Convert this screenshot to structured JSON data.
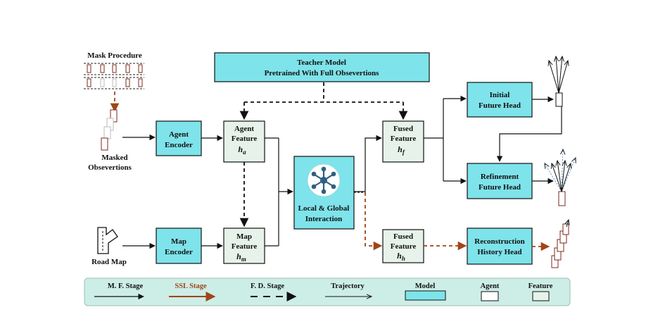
{
  "mask_procedure": {
    "title": "Mask Procedure"
  },
  "masked_observations": {
    "line1": "Masked",
    "line2": "Obsevertions"
  },
  "road_map": {
    "label": "Road Map"
  },
  "agent_encoder": {
    "line1": "Agent",
    "line2": "Encoder"
  },
  "map_encoder": {
    "line1": "Map",
    "line2": "Encoder"
  },
  "agent_feature": {
    "line1": "Agent",
    "line2": "Feature",
    "symbol": "h",
    "subscript": "a"
  },
  "map_feature": {
    "line1": "Map",
    "line2": "Feature",
    "symbol": "h",
    "subscript": "m"
  },
  "teacher_model": {
    "line1": "Teacher Model",
    "line2": "Pretrained With Full Obsevertions"
  },
  "interaction": {
    "line1": "Local & Global",
    "line2": "Interaction"
  },
  "fused_feature_f": {
    "line1": "Fused",
    "line2": "Feature",
    "symbol": "h",
    "subscript": "f"
  },
  "fused_feature_h": {
    "line1": "Fused",
    "line2": "Feature",
    "symbol": "h",
    "subscript": "h"
  },
  "initial_future_head": {
    "line1": "Initial",
    "line2": "Future Head"
  },
  "refinement_future_head": {
    "line1": "Refinement",
    "line2": "Future Head"
  },
  "reconstruction_history_head": {
    "line1": "Reconstruction",
    "line2": "History Head"
  },
  "legend": {
    "mf_stage": "M. F. Stage",
    "ssl_stage": "SSL Stage",
    "fd_stage": "F. D. Stage",
    "trajectory": "Trajectory",
    "model": "Model",
    "agent": "Agent",
    "feature": "Feature"
  },
  "colors": {
    "model_fill": "#7ee3ea",
    "feature_fill": "#e6f2ea",
    "legend_fill": "#cdeee6",
    "ssl_arrow": "#a0451a",
    "trajectory_blue": "#5b8fd6"
  }
}
